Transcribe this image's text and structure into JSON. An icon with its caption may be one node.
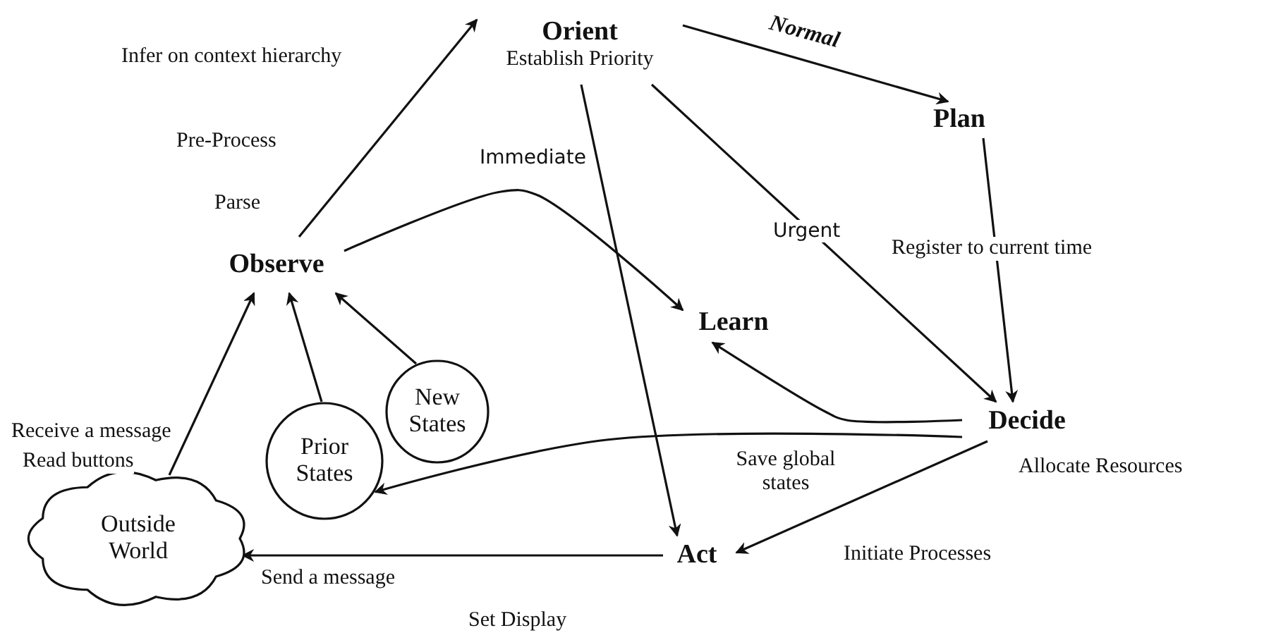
{
  "diagram": {
    "nodes": [
      {
        "text": [
          "Orient",
          "Establish Priority"
        ]
      },
      {
        "text": [
          "Plan"
        ]
      },
      {
        "text": [
          "Observe"
        ]
      },
      {
        "text": [
          "Learn"
        ]
      },
      {
        "text": [
          "Decide"
        ]
      },
      {
        "text": [
          "Act"
        ]
      },
      {
        "text": [
          "New States"
        ]
      },
      {
        "text": [
          "Prior States"
        ]
      },
      {
        "text": [
          "Outside World"
        ]
      }
    ],
    "edges": [
      {
        "from": 2,
        "to": 0,
        "arrow": "to"
      },
      {
        "from": 0,
        "to": 1,
        "arrow": "to",
        "label": "Normal"
      },
      {
        "from": 0,
        "to": 5,
        "arrow": "to"
      },
      {
        "from": 2,
        "to": 3,
        "arrow": "to",
        "label": "Immediate"
      },
      {
        "from": 0,
        "to": 4,
        "arrow": "to",
        "label": "Urgent"
      },
      {
        "from": 1,
        "to": 4,
        "arrow": "to"
      },
      {
        "from": 4,
        "to": 3,
        "arrow": "to"
      },
      {
        "from": 4,
        "to": 7,
        "arrow": "to",
        "label": "Save global states"
      },
      {
        "from": 4,
        "to": 5,
        "arrow": "to"
      },
      {
        "from": 5,
        "to": 8,
        "arrow": "to"
      },
      {
        "from": 8,
        "to": 2,
        "arrow": "to"
      },
      {
        "from": 7,
        "to": 2,
        "arrow": "to"
      },
      {
        "from": 6,
        "to": 2,
        "arrow": "to"
      }
    ],
    "labels": [
      "Infer on context hierarchy",
      "Pre-Process",
      "Parse",
      "Register to current time",
      "Receive a message",
      "Read buttons",
      "Allocate Resources",
      "Initiate Processes",
      "Send a message",
      "Set Display"
    ]
  }
}
